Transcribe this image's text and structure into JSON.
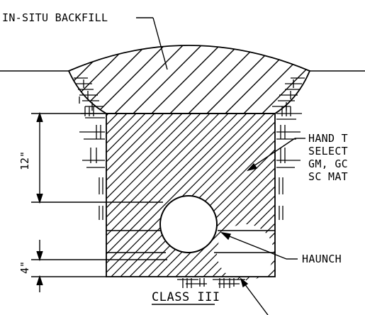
{
  "labels": {
    "in_situ_backfill": "IN-SITU BACKFILL",
    "hand_tamped_line1": "HAND T",
    "hand_tamped_line2": "SELECT",
    "hand_tamped_line3": "GM, GC",
    "hand_tamped_line4": "SC MAT",
    "haunch": "HAUNCH",
    "title": "CLASS III"
  },
  "dimensions": {
    "top_zone": "12\"",
    "bedding": "4\""
  }
}
